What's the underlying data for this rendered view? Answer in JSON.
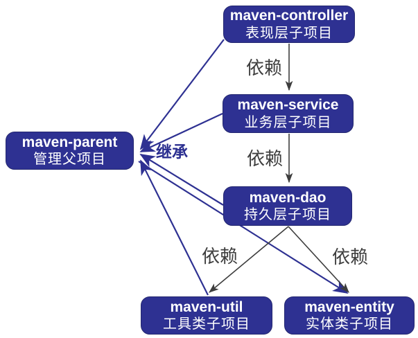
{
  "diagram": {
    "type": "project-structure-diagram",
    "colors": {
      "node_fill": "#2e3192",
      "node_text": "#ffffff",
      "inheritance_line": "#2e3192",
      "dependency_line": "#3d3d3d",
      "dependency_label": "#3d3d3d",
      "inheritance_label": "#2b2f90",
      "background": "#ffffff"
    },
    "nodes": {
      "controller": {
        "name": "maven-controller",
        "subtitle": "表现层子项目"
      },
      "service": {
        "name": "maven-service",
        "subtitle": "业务层子项目"
      },
      "dao": {
        "name": "maven-dao",
        "subtitle": "持久层子项目"
      },
      "parent": {
        "name": "maven-parent",
        "subtitle": "管理父项目"
      },
      "util": {
        "name": "maven-util",
        "subtitle": "工具类子项目"
      },
      "entity": {
        "name": "maven-entity",
        "subtitle": "实体类子项目"
      }
    },
    "labels": {
      "inherit": "继承",
      "depend_controller_service": "依赖",
      "depend_service_dao": "依赖",
      "depend_dao_util": "依赖",
      "depend_dao_entity": "依赖"
    },
    "edges": [
      {
        "from": "maven-controller",
        "to": "maven-service",
        "kind": "dependency",
        "label": "依赖"
      },
      {
        "from": "maven-service",
        "to": "maven-dao",
        "kind": "dependency",
        "label": "依赖"
      },
      {
        "from": "maven-dao",
        "to": "maven-util",
        "kind": "dependency",
        "label": "依赖"
      },
      {
        "from": "maven-dao",
        "to": "maven-entity",
        "kind": "dependency",
        "label": "依赖"
      },
      {
        "from": "maven-controller",
        "to": "maven-parent",
        "kind": "inheritance",
        "label": "继承"
      },
      {
        "from": "maven-service",
        "to": "maven-parent",
        "kind": "inheritance",
        "label": "继承"
      },
      {
        "from": "maven-dao",
        "to": "maven-parent",
        "kind": "inheritance",
        "label": "继承"
      },
      {
        "from": "maven-util",
        "to": "maven-parent",
        "kind": "inheritance",
        "label": "继承"
      },
      {
        "from": "maven-parent",
        "to": "maven-entity",
        "kind": "inheritance",
        "label": "继承"
      }
    ]
  }
}
